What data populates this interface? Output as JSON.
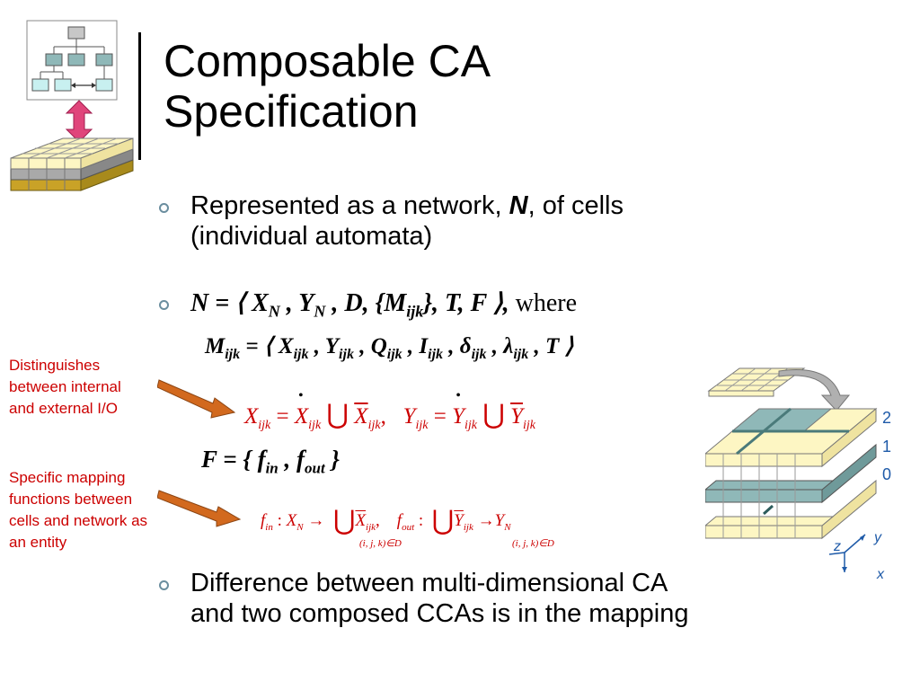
{
  "title": {
    "line1": "Composable CA",
    "line2": "Specification"
  },
  "bullets": [
    {
      "text_before": "Represented as a network, ",
      "emph": "N",
      "text_after": ", of cells",
      "line2": "(individual automata)"
    },
    {
      "formula_N": "N = ⟨ X",
      "sub_N": "N",
      "comma_Y": " , Y",
      "sub_N2": "N",
      "rest": " , D, {M",
      "sub_ijk": "ijk",
      "rest2": "}, T, F ⟩,",
      "where": " where"
    },
    {
      "text": "Difference between multi-dimensional CA",
      "line2": "and two composed CCAs is in the mapping"
    }
  ],
  "formula_M": {
    "M": "M",
    "ijk": "ijk",
    "eq": " = ⟨ ",
    "items": [
      {
        "sym": "X",
        "sub": "ijk"
      },
      {
        "sym": "Y",
        "sub": "ijk"
      },
      {
        "sym": "Q",
        "sub": "ijk"
      },
      {
        "sym": "I",
        "sub": "ijk"
      },
      {
        "sym": "δ",
        "sub": "ijk"
      },
      {
        "sym": "λ",
        "sub": "ijk"
      }
    ],
    "tail": " , T ⟩"
  },
  "formula_XY": {
    "X": "X",
    "Y": "Y",
    "ijk": "ijk",
    "eq": "=",
    "union": "⋃",
    "comma": ","
  },
  "formula_F": {
    "F": "F",
    "eq": " = { ",
    "f": "f",
    "in": "in",
    "out": "out",
    "close": " }"
  },
  "formula_f": {
    "f": "f",
    "in": "in",
    "out": "out",
    "colon": ":",
    "X": "X",
    "Y": "Y",
    "N": "N",
    "ijk": "ijk",
    "union": "⋃",
    "comma": ",",
    "arrow": "→",
    "range": "(i, j, k)∈D"
  },
  "notes": {
    "note1": [
      "Distinguishes",
      "between internal",
      "and external I/O"
    ],
    "note2": [
      "Specific mapping",
      "functions between",
      "cells and network as",
      "an entity"
    ]
  },
  "layers": {
    "labels": [
      "2",
      "1",
      "0"
    ]
  },
  "axes": {
    "x": "x",
    "y": "y",
    "z": "z"
  },
  "colors": {
    "title": "#000000",
    "bullet": "#6b8e9f",
    "note": "#cc0000",
    "arrow": "#d2691e",
    "axis": "#1e5aa8",
    "cell_yellow": "#fdf6c3",
    "cell_teal": "#8fb8b8",
    "cell_gold": "#c9a227",
    "cell_gray": "#a9a9a9",
    "pink_arrow": "#e0457b"
  }
}
